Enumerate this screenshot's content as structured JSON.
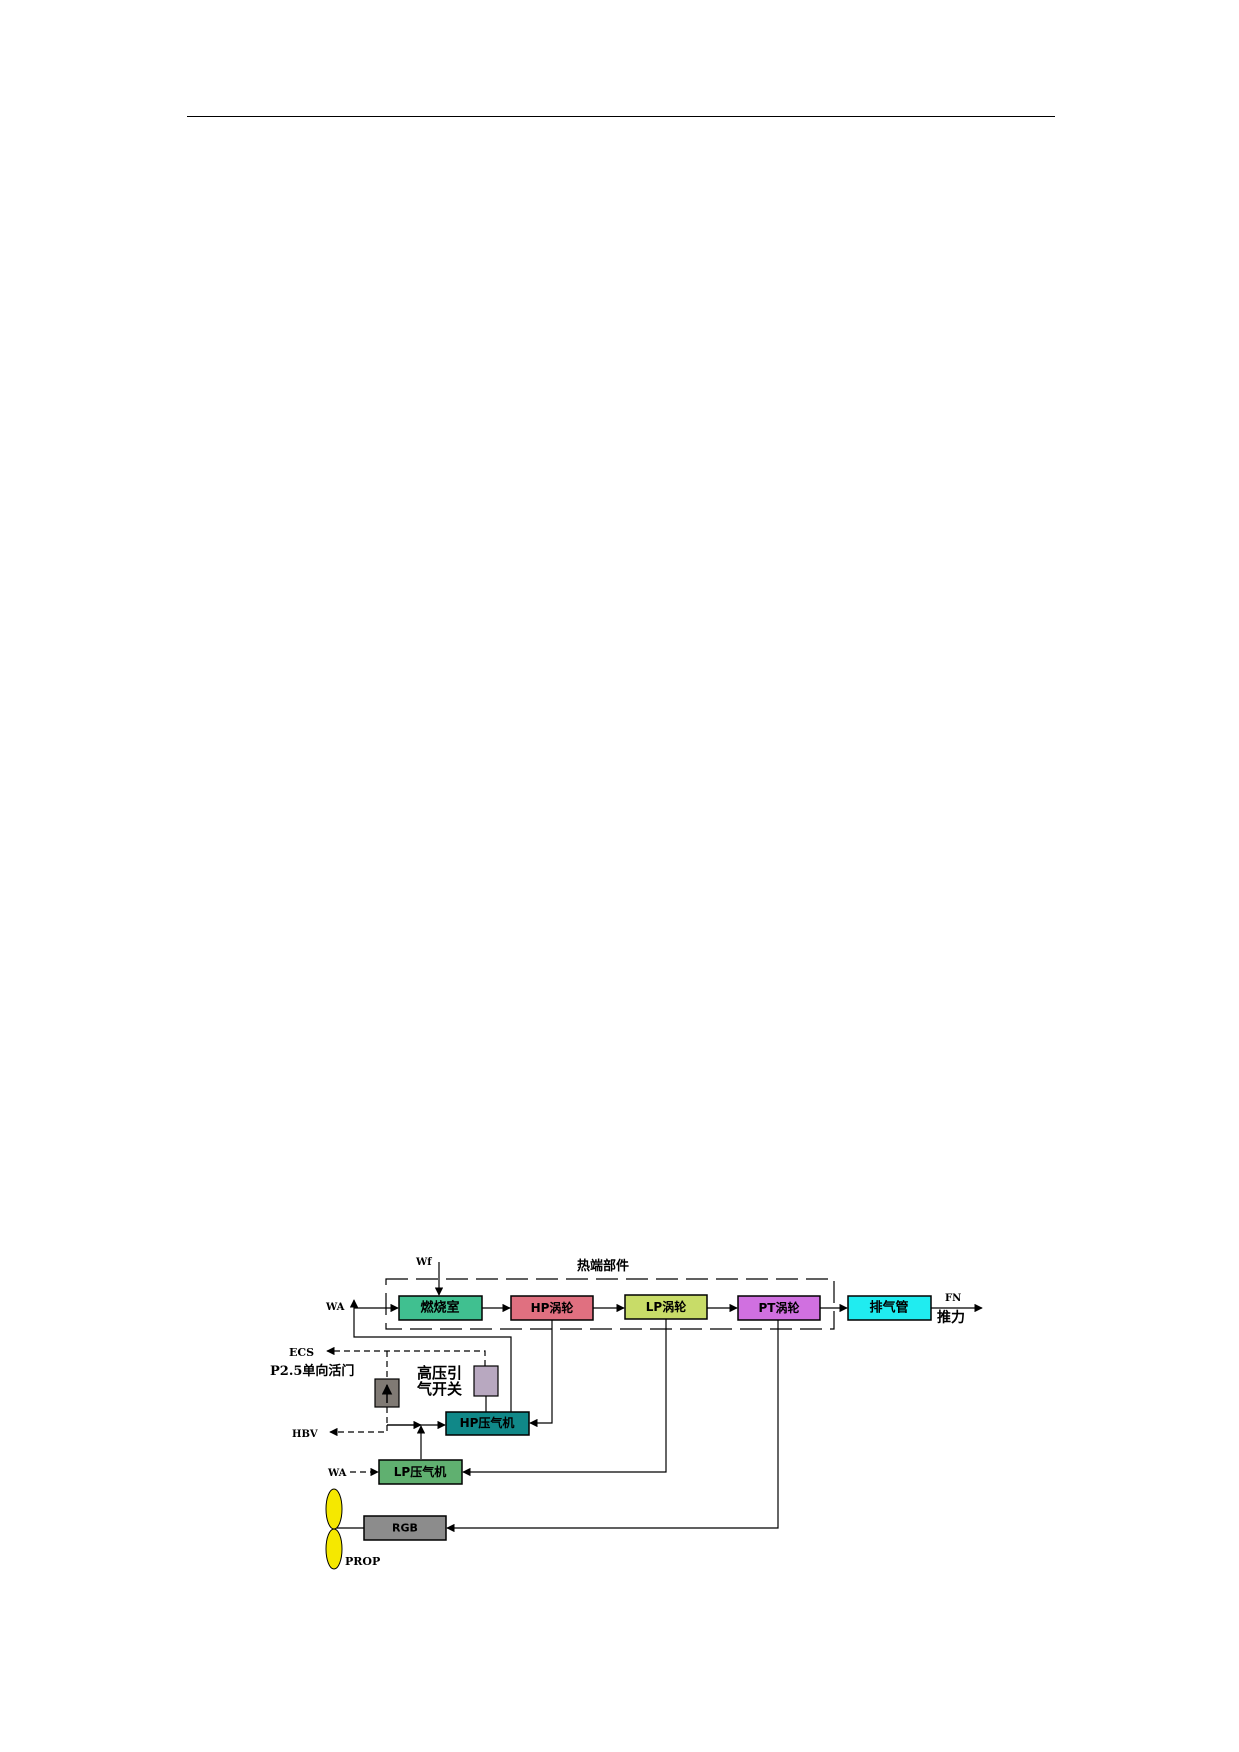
{
  "diagram": {
    "group_label": "热端部件",
    "inputs": {
      "fuel": "Wf",
      "airflow_top": "WA",
      "airflow_lp": "WA"
    },
    "outputs": {
      "thrust_code": "FN",
      "thrust_label": "推力",
      "ecs": "ECS",
      "hbv": "HBV",
      "prop": "PROP"
    },
    "components": {
      "combustor": "燃烧室",
      "hp_turbine": "HP涡轮",
      "lp_turbine": "LP涡轮",
      "pt_turbine": "PT涡轮",
      "exhaust": "排气管",
      "hp_compressor": "HP压气机",
      "lp_compressor": "LP压气机",
      "rgb": "RGB",
      "check_valve": "P2.5单向活门",
      "bleed_switch_line1": "高压引",
      "bleed_switch_line2": "气开关"
    },
    "colors": {
      "combustor": "#40c090",
      "hp_turbine": "#e07080",
      "lp_turbine": "#c8dc68",
      "pt_turbine": "#d070e0",
      "exhaust": "#20ecf0",
      "hp_compressor": "#108888",
      "lp_compressor": "#60b070",
      "rgb": "#8c8c8c",
      "check_valve": "#807a74",
      "bleed_switch": "#b8a8c0",
      "propeller": "#f5e800"
    }
  }
}
